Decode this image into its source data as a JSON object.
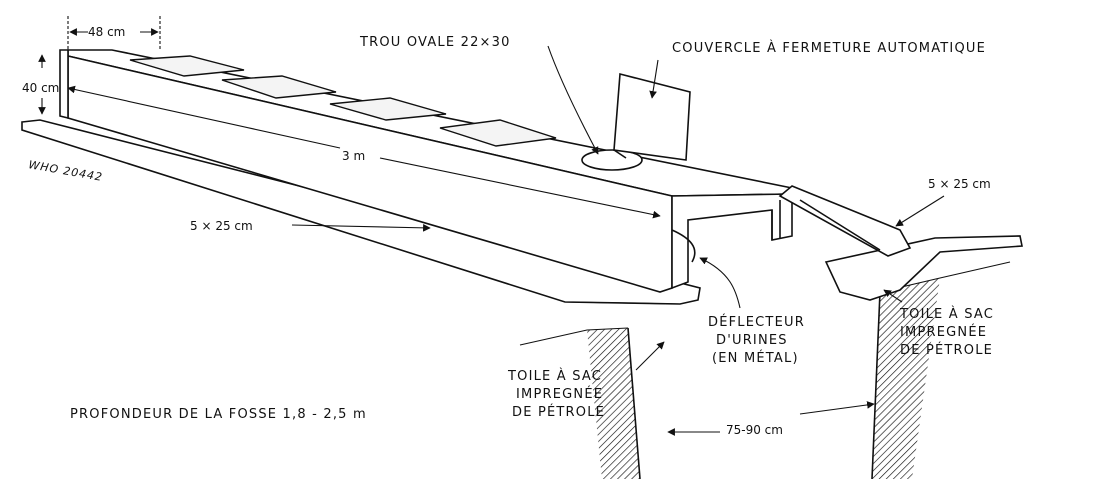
{
  "labels": {
    "width_top": "48 cm",
    "height_side": "40 cm",
    "length": "3 m",
    "ref_code": "WHO 20442",
    "hole": "TROU OVALE 22×30",
    "lid": "COUVERCLE À FERMETURE AUTOMATIQUE",
    "beam_right": "5 × 25 cm",
    "beam_left": "5 × 25 cm",
    "deflector_line1": "DÉFLECTEUR",
    "deflector_line2": "D'URINES",
    "deflector_line3": "(EN MÉTAL)",
    "canvas_right_line1": "TOILE À SAC",
    "canvas_right_line2": "IMPREGNÉE",
    "canvas_right_line3": "DE PÉTROLE",
    "canvas_left_line1": "TOILE À SAC",
    "canvas_left_line2": "IMPREGNÉE",
    "canvas_left_line3": "DE PÉTROLE",
    "pit_width": "75-90 cm",
    "pit_depth": "PROFONDEUR DE LA FOSSE 1,8 - 2,5 m"
  }
}
